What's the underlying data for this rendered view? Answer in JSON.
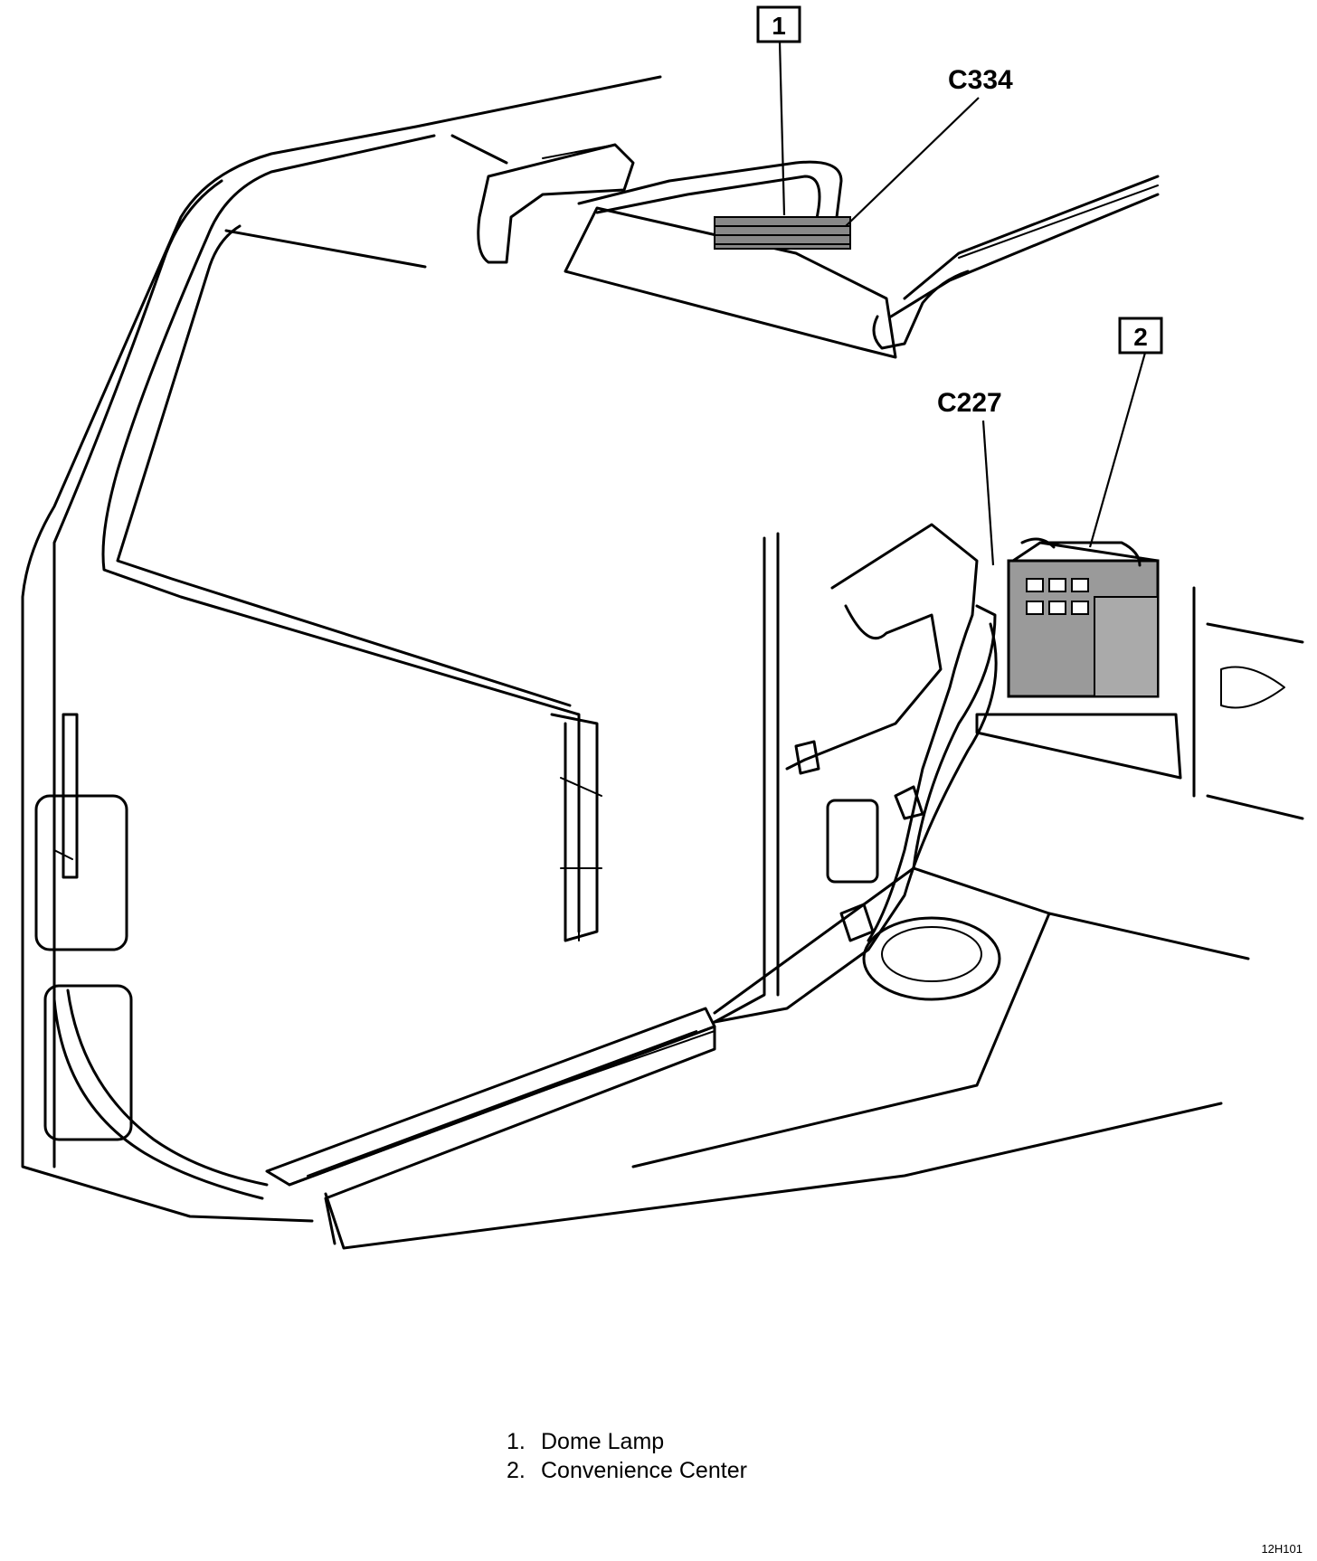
{
  "callouts": [
    {
      "number": "1"
    },
    {
      "number": "2"
    }
  ],
  "connectors": [
    {
      "id": "C334"
    },
    {
      "id": "C227"
    }
  ],
  "legend": [
    {
      "number": "1.",
      "label": "Dome Lamp"
    },
    {
      "number": "2.",
      "label": "Convenience Center"
    }
  ],
  "figure_id": "12H101"
}
